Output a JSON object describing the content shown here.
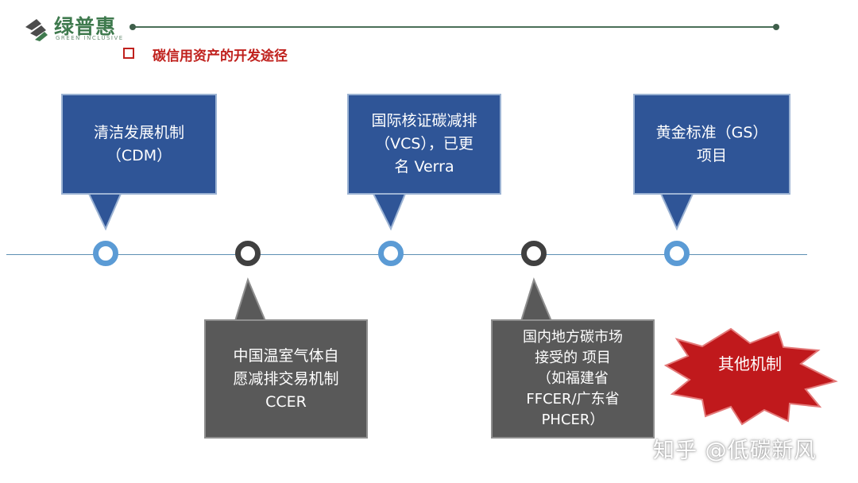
{
  "logo": {
    "cn": "绿普惠",
    "en": "GREEN INCLUSIVE"
  },
  "section": {
    "title": "碳信用资产的开发途径"
  },
  "top_boxes": [
    {
      "lines": [
        "清洁发展机制",
        "（CDM）"
      ]
    },
    {
      "lines": [
        "国际核证碳减排",
        "（VCS），已更",
        "名 Verra"
      ]
    },
    {
      "lines": [
        "黄金标准（GS）",
        "项目"
      ]
    }
  ],
  "bottom_boxes": [
    {
      "lines": [
        "中国温室气体自",
        "愿减排交易机制",
        "CCER"
      ]
    },
    {
      "lines": [
        "国内地方碳市场",
        "接受的 项目",
        "（如福建省",
        "FFCER/广东省",
        "PHCER）"
      ]
    }
  ],
  "star": {
    "label": "其他机制"
  },
  "watermark": {
    "text": "知乎 @低碳新风"
  },
  "colors": {
    "blue_box": "#2f5597",
    "gray_box": "#595959",
    "blue_ring": "#5b9bd5",
    "dark_ring": "#404040",
    "title_red": "#c0211d",
    "star": "#c0191c"
  }
}
